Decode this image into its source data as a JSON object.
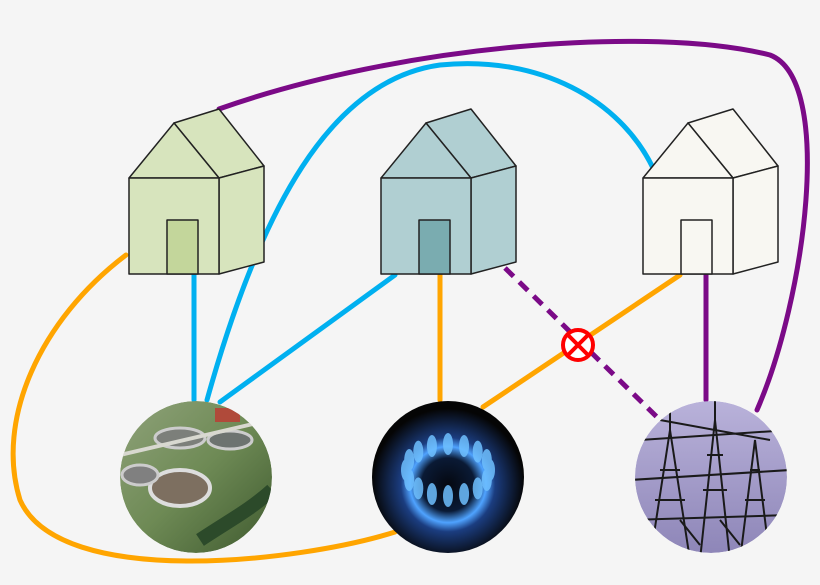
{
  "colors": {
    "background": "#f5f5f5",
    "water": "#00b0f0",
    "gas": "#ffa500",
    "electric": "#7b0a87",
    "blocked": "#ff0000"
  },
  "houses": [
    {
      "name": "house-left",
      "front": "#d7e4bd",
      "side": "#d7e4bd",
      "door": "#c3d69b"
    },
    {
      "name": "house-middle",
      "front": "#b0cfd2",
      "side": "#b0cfd2",
      "door": "#7aacb0"
    },
    {
      "name": "house-right",
      "front": "#f8f7f2",
      "side": "#f8f7f2",
      "door": "#f8f7f2"
    }
  ],
  "utilities": [
    {
      "name": "water-treatment-plant",
      "icon": "water-plant-photo"
    },
    {
      "name": "gas-burner",
      "icon": "gas-flame-photo"
    },
    {
      "name": "electric-substation",
      "icon": "power-substation-photo"
    }
  ],
  "blocked_marker": "crossed-circle-icon"
}
